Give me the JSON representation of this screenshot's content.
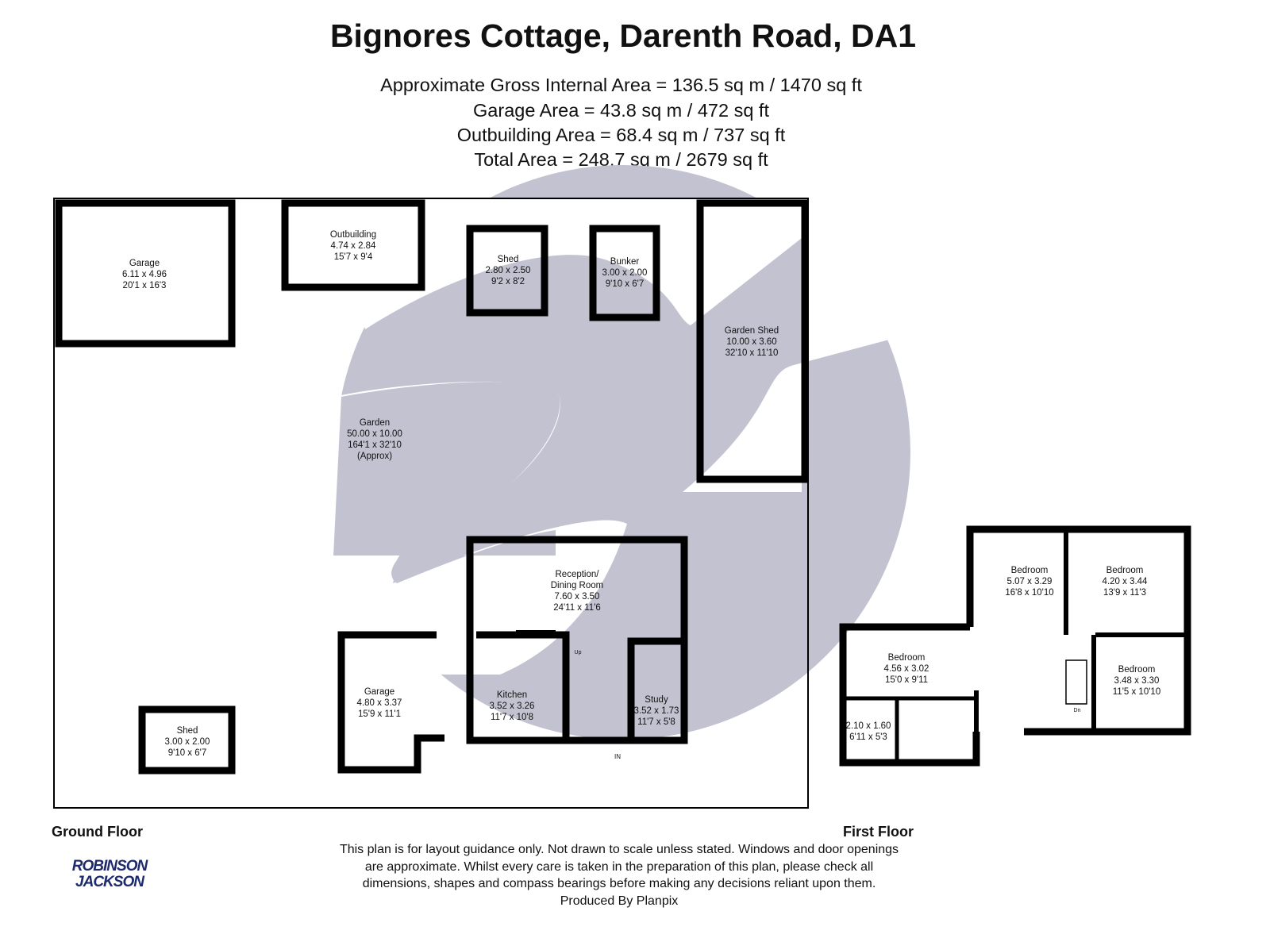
{
  "title": "Bignores Cottage, Darenth Road, DA1",
  "areas": [
    "Approximate Gross Internal Area = 136.5 sq m / 1470 sq ft",
    "Garage Area = 43.8 sq m / 472 sq ft",
    "Outbuilding Area =  68.4 sq m / 737 sq ft",
    "Total Area = 248.7 sq m / 2679 sq ft"
  ],
  "ground_floor": {
    "label": "Ground Floor",
    "rooms": [
      {
        "name": "Garage",
        "metric": "6.11 x 4.96",
        "imperial": "20'1 x 16'3"
      },
      {
        "name": "Outbuilding",
        "metric": "4.74 x 2.84",
        "imperial": "15'7 x 9'4"
      },
      {
        "name": "Shed",
        "metric": "2.80 x 2.50",
        "imperial": "9'2 x 8'2"
      },
      {
        "name": "Bunker",
        "metric": "3.00 x 2.00",
        "imperial": "9'10 x 6'7"
      },
      {
        "name": "Garden Shed",
        "metric": "10.00 x 3.60",
        "imperial": "32'10 x 11'10"
      },
      {
        "name": "Garden",
        "metric": "50.00 x 10.00",
        "imperial": "164'1 x 32'10",
        "note": "(Approx)"
      },
      {
        "name": "Reception/",
        "name2": "Dining Room",
        "metric": "7.60 x 3.50",
        "imperial": "24'11 x 11'6"
      },
      {
        "name": "Garage",
        "metric": "4.80 x 3.37",
        "imperial": "15'9 x 11'1"
      },
      {
        "name": "Kitchen",
        "metric": "3.52 x 3.26",
        "imperial": "11'7 x 10'8"
      },
      {
        "name": "Study",
        "metric": "3.52 x 1.73",
        "imperial": "11'7 x 5'8"
      },
      {
        "name": "Shed",
        "metric": "3.00 x 2.00",
        "imperial": "9'10 x 6'7"
      }
    ],
    "stairs_label": "Up",
    "entrance_label": "IN"
  },
  "first_floor": {
    "label": "First Floor",
    "rooms": [
      {
        "name": "Bedroom",
        "metric": "5.07 x 3.29",
        "imperial": "16'8 x 10'10"
      },
      {
        "name": "Bedroom",
        "metric": "4.20 x 3.44",
        "imperial": "13'9 x 11'3"
      },
      {
        "name": "Bedroom",
        "metric": "4.56 x 3.02",
        "imperial": "15'0 x 9'11"
      },
      {
        "name": "Bedroom",
        "metric": "3.48 x 3.30",
        "imperial": "11'5 x 10'10"
      },
      {
        "metric": "2.10 x 1.60",
        "imperial": "6'11 x 5'3"
      }
    ],
    "stairs_label": "Dn"
  },
  "disclaimer": [
    "This plan is for layout guidance only. Not drawn to scale unless stated. Windows and door openings",
    "are approximate. Whilst every care is taken in the preparation of this plan, please check all",
    "dimensions, shapes and compass bearings before making any decisions reliant upon them.",
    "Produced By Planpix"
  ],
  "logo": {
    "line1": "ROBINSON",
    "line2": "JACKSON",
    "colors": {
      "text": "#1d2a6b",
      "swoosh": "#f2c400"
    }
  },
  "colors": {
    "watermark": "#c3c2d0",
    "walls": "#000000"
  }
}
